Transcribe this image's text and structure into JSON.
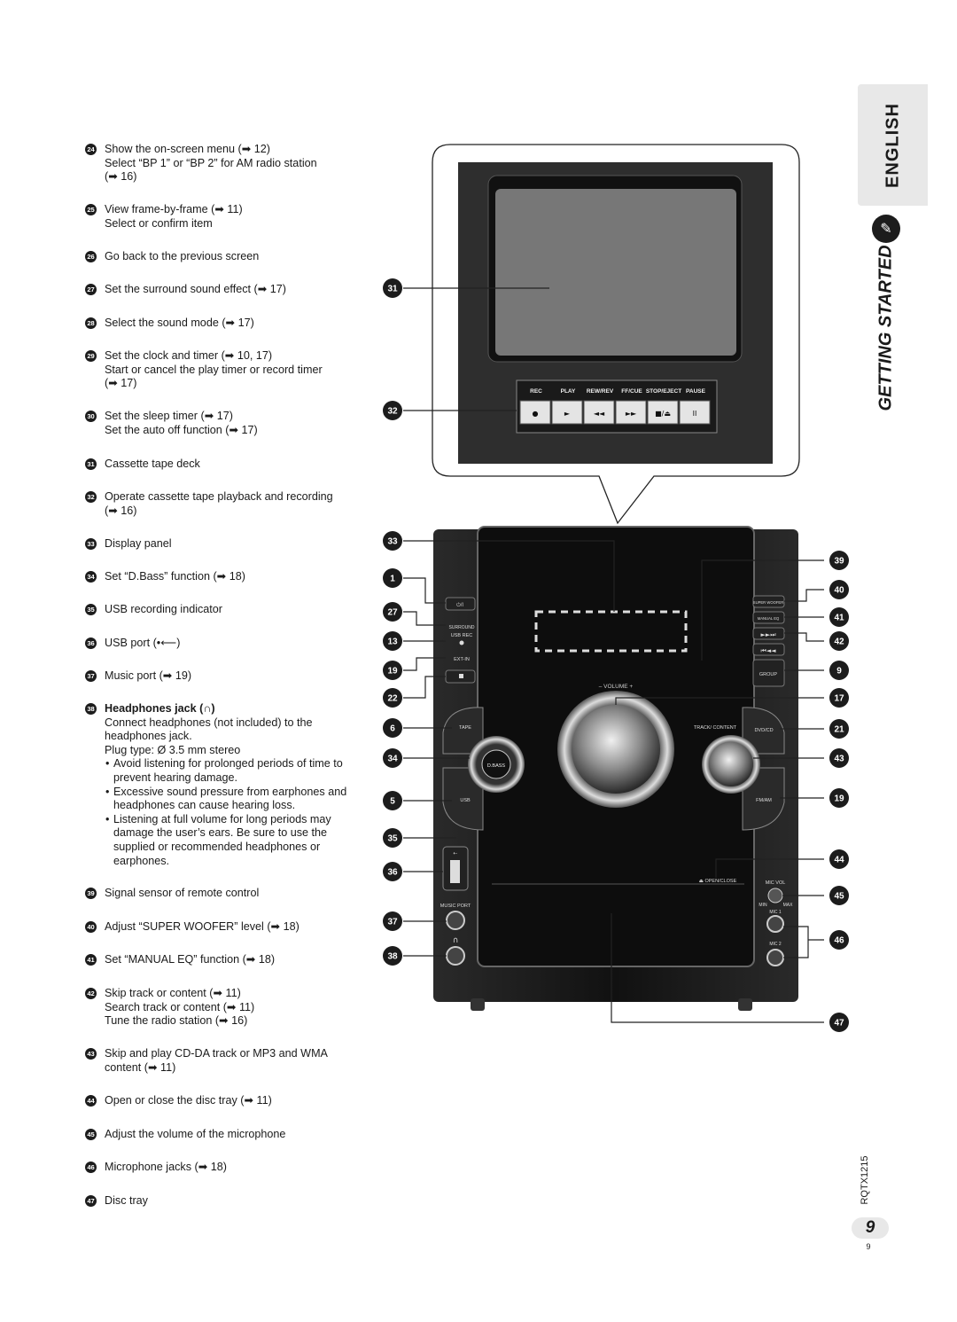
{
  "items": [
    {
      "num": "24",
      "lines": [
        "Show the on-screen menu (➡ 12)",
        "Select “BP 1” or “BP 2” for AM radio station",
        "(➡ 16)"
      ]
    },
    {
      "num": "25",
      "lines": [
        "View frame-by-frame (➡ 11)",
        "Select or confirm item"
      ]
    },
    {
      "num": "26",
      "lines": [
        "Go back to the previous screen"
      ]
    },
    {
      "num": "27",
      "lines": [
        "Set the surround sound effect (➡ 17)"
      ]
    },
    {
      "num": "28",
      "lines": [
        "Select the sound mode (➡ 17)"
      ]
    },
    {
      "num": "29",
      "lines": [
        "Set the clock and timer (➡ 10, 17)",
        "Start or cancel the play timer or record timer",
        "(➡ 17)"
      ]
    },
    {
      "num": "30",
      "lines": [
        "Set the sleep timer (➡ 17)",
        "Set the auto off function (➡ 17)"
      ]
    },
    {
      "num": "31",
      "lines": [
        "Cassette tape deck"
      ]
    },
    {
      "num": "32",
      "lines": [
        "Operate cassette tape playback and recording",
        "(➡ 16)"
      ]
    },
    {
      "num": "33",
      "lines": [
        "Display panel"
      ]
    },
    {
      "num": "34",
      "lines": [
        "Set “D.Bass” function (➡ 18)"
      ]
    },
    {
      "num": "35",
      "lines": [
        "USB recording indicator"
      ]
    },
    {
      "num": "36",
      "lines": [
        "USB port (•⟵)"
      ]
    },
    {
      "num": "37",
      "lines": [
        "Music port (➡ 19)"
      ]
    },
    {
      "num": "38",
      "title": "Headphones jack (∩)",
      "lines": [
        "Connect headphones (not included) to the",
        "headphones jack.",
        "Plug type: Ø 3.5 mm stereo"
      ],
      "bullets": [
        "Avoid listening for prolonged periods of time to prevent hearing damage.",
        "Excessive sound pressure from earphones and headphones can cause hearing loss.",
        "Listening at full volume for long periods may damage the user’s ears. Be sure to use the supplied or recommended headphones or earphones."
      ]
    },
    {
      "num": "39",
      "lines": [
        "Signal sensor of remote control"
      ]
    },
    {
      "num": "40",
      "lines": [
        "Adjust “SUPER WOOFER” level (➡ 18)"
      ]
    },
    {
      "num": "41",
      "lines": [
        "Set “MANUAL EQ” function (➡ 18)"
      ]
    },
    {
      "num": "42",
      "lines": [
        "Skip track or content (➡ 11)",
        "Search track or content (➡ 11)",
        "Tune the radio station (➡ 16)"
      ]
    },
    {
      "num": "43",
      "lines": [
        "Skip and play CD-DA track or MP3 and WMA",
        "content (➡ 11)"
      ]
    },
    {
      "num": "44",
      "lines": [
        "Open or close the disc tray (➡ 11)"
      ]
    },
    {
      "num": "45",
      "lines": [
        "Adjust the volume of the microphone"
      ]
    },
    {
      "num": "46",
      "lines": [
        "Microphone jacks (➡ 18)"
      ]
    },
    {
      "num": "47",
      "lines": [
        "Disc tray"
      ]
    }
  ],
  "tape_buttons": [
    "REC",
    "PLAY",
    "REW/REV",
    "FF/CUE",
    "STOP/EJECT",
    "PAUSE"
  ],
  "tape_symbols": [
    "●",
    "►",
    "◄◄",
    "►►",
    "■/⏏",
    "II"
  ],
  "unit_labels": {
    "power": "⏻/I",
    "surround": "SURROUND",
    "usb_rec": "USB REC",
    "ext_in": "EXT-IN",
    "volume": "–  VOLUME  +",
    "tape": "TAPE",
    "dbass": "D.BASS",
    "usb": "USB",
    "super_woofer": "SUPER WOOFER",
    "manual_eq": "MANUAL EQ",
    "group": "GROUP",
    "track_content": "TRACK/ CONTENT",
    "dvd_cd": "DVD/CD",
    "fm_am": "FM/AM",
    "open_close": "⏏ OPEN/CLOSE",
    "music_port": "MUSIC PORT",
    "mic_vol": "MIC VOL",
    "min": "MIN",
    "max": "MAX",
    "mic1": "MIC 1",
    "mic2": "MIC 2"
  },
  "callouts": [
    "31",
    "32",
    "33",
    "1",
    "27",
    "13",
    "19",
    "22",
    "6",
    "34",
    "5",
    "35",
    "36",
    "37",
    "38",
    "39",
    "40",
    "41",
    "42",
    "9",
    "17",
    "21",
    "43",
    "19",
    "44",
    "45",
    "46",
    "47"
  ],
  "side": {
    "language": "ENGLISH",
    "section": "GETTING STARTED",
    "doc_code": "RQTX1215",
    "page": "9",
    "page_small": "9"
  }
}
